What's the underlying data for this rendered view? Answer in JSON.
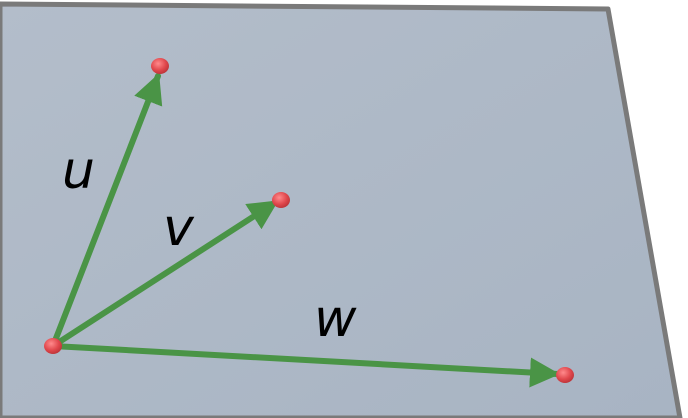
{
  "diagram": {
    "vectors": [
      {
        "id": "u",
        "label": "u"
      },
      {
        "id": "v",
        "label": "v"
      },
      {
        "id": "w",
        "label": "w"
      }
    ],
    "colors": {
      "plane_fill": "#adb8c6",
      "plane_edge": "#7a7a7a",
      "vector": "#4a9446",
      "point": "#e0474c"
    }
  }
}
